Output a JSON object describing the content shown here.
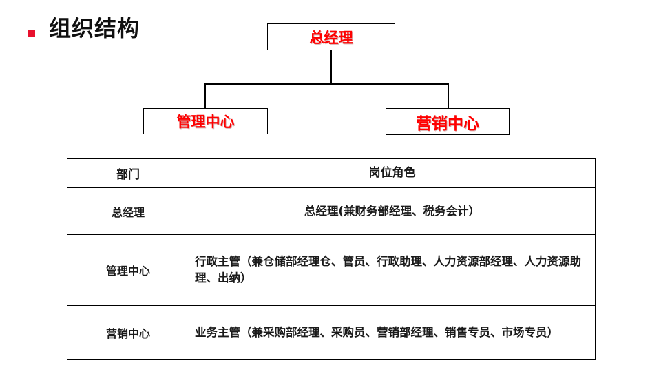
{
  "slide": {
    "title": "组织结构",
    "bullet_color": "#e8112d",
    "background": "#ffffff",
    "title_color": "#101010"
  },
  "org_chart": {
    "accent_color": "#ff0000",
    "border_color": "#000000",
    "nodes": [
      {
        "id": "gm",
        "label": "总经理"
      },
      {
        "id": "mgmt",
        "label": "管理中心"
      },
      {
        "id": "mkt",
        "label": "营销中心"
      }
    ]
  },
  "table": {
    "headers": [
      "部门",
      "岗位角色"
    ],
    "rows": [
      {
        "dept": "总经理",
        "role": "总经理(兼财务部经理、税务会计）",
        "align": "center"
      },
      {
        "dept": "管理中心",
        "role": "行政主管（兼仓储部经理仓、管员、行政助理、人力资源部经理、人力资源助理、出纳）",
        "align": "left"
      },
      {
        "dept": "营销中心",
        "role": "业务主管（兼采购部经理、采购员、营销部经理、销售专员、市场专员）",
        "align": "left"
      }
    ]
  }
}
